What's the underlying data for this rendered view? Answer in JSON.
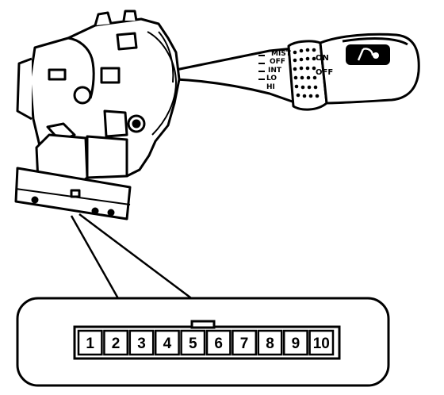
{
  "switch": {
    "wiper_positions": [
      "MIST",
      "OFF",
      "INT",
      "LO",
      "HI"
    ],
    "washer_positions": [
      "ON",
      "OFF"
    ],
    "knob_icon": "rear-wiper-washer-icon"
  },
  "connector": {
    "pins": [
      "1",
      "2",
      "3",
      "4",
      "5",
      "6",
      "7",
      "8",
      "9",
      "10"
    ]
  }
}
